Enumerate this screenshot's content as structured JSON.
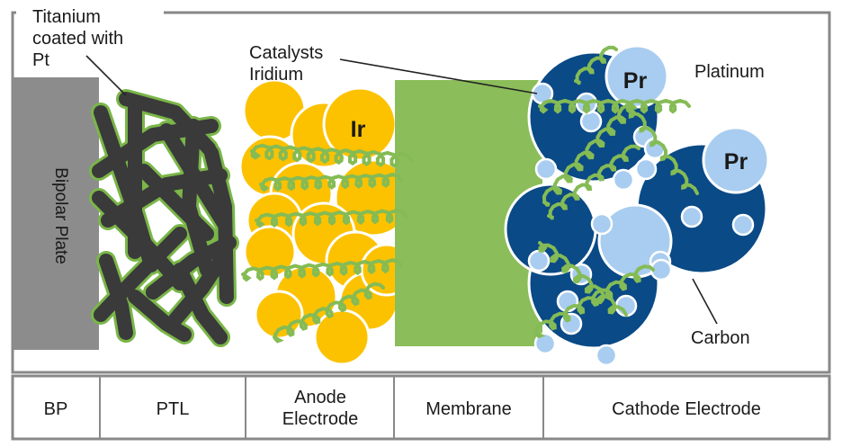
{
  "labels": {
    "titanium": [
      "Titanium",
      "coated with",
      "Pt"
    ],
    "catalysts": [
      "Catalysts",
      "Iridium"
    ],
    "platinum": "Platinum",
    "carbon": "Carbon",
    "bipolar_plate": "Bipolar Plate",
    "ir": "Ir",
    "pr_top": "Pr",
    "pr_right": "Pr"
  },
  "sections": [
    {
      "lines": [
        "BP"
      ]
    },
    {
      "lines": [
        "PTL"
      ]
    },
    {
      "lines": [
        "Anode",
        "Electrode"
      ]
    },
    {
      "lines": [
        "Membrane"
      ]
    },
    {
      "lines": [
        "Cathode Electrode"
      ]
    }
  ],
  "colors": {
    "frame": "#888888",
    "bipolar_plate": "#8c8c8c",
    "fiber": "#3a3a3a",
    "fiber_coat": "#7ab648",
    "iridium": "#fcc200",
    "membrane": "#8bbd5a",
    "ionomer": "#85bb55",
    "carbon": "#0a4a86",
    "platinum": "#a9cdf0"
  }
}
